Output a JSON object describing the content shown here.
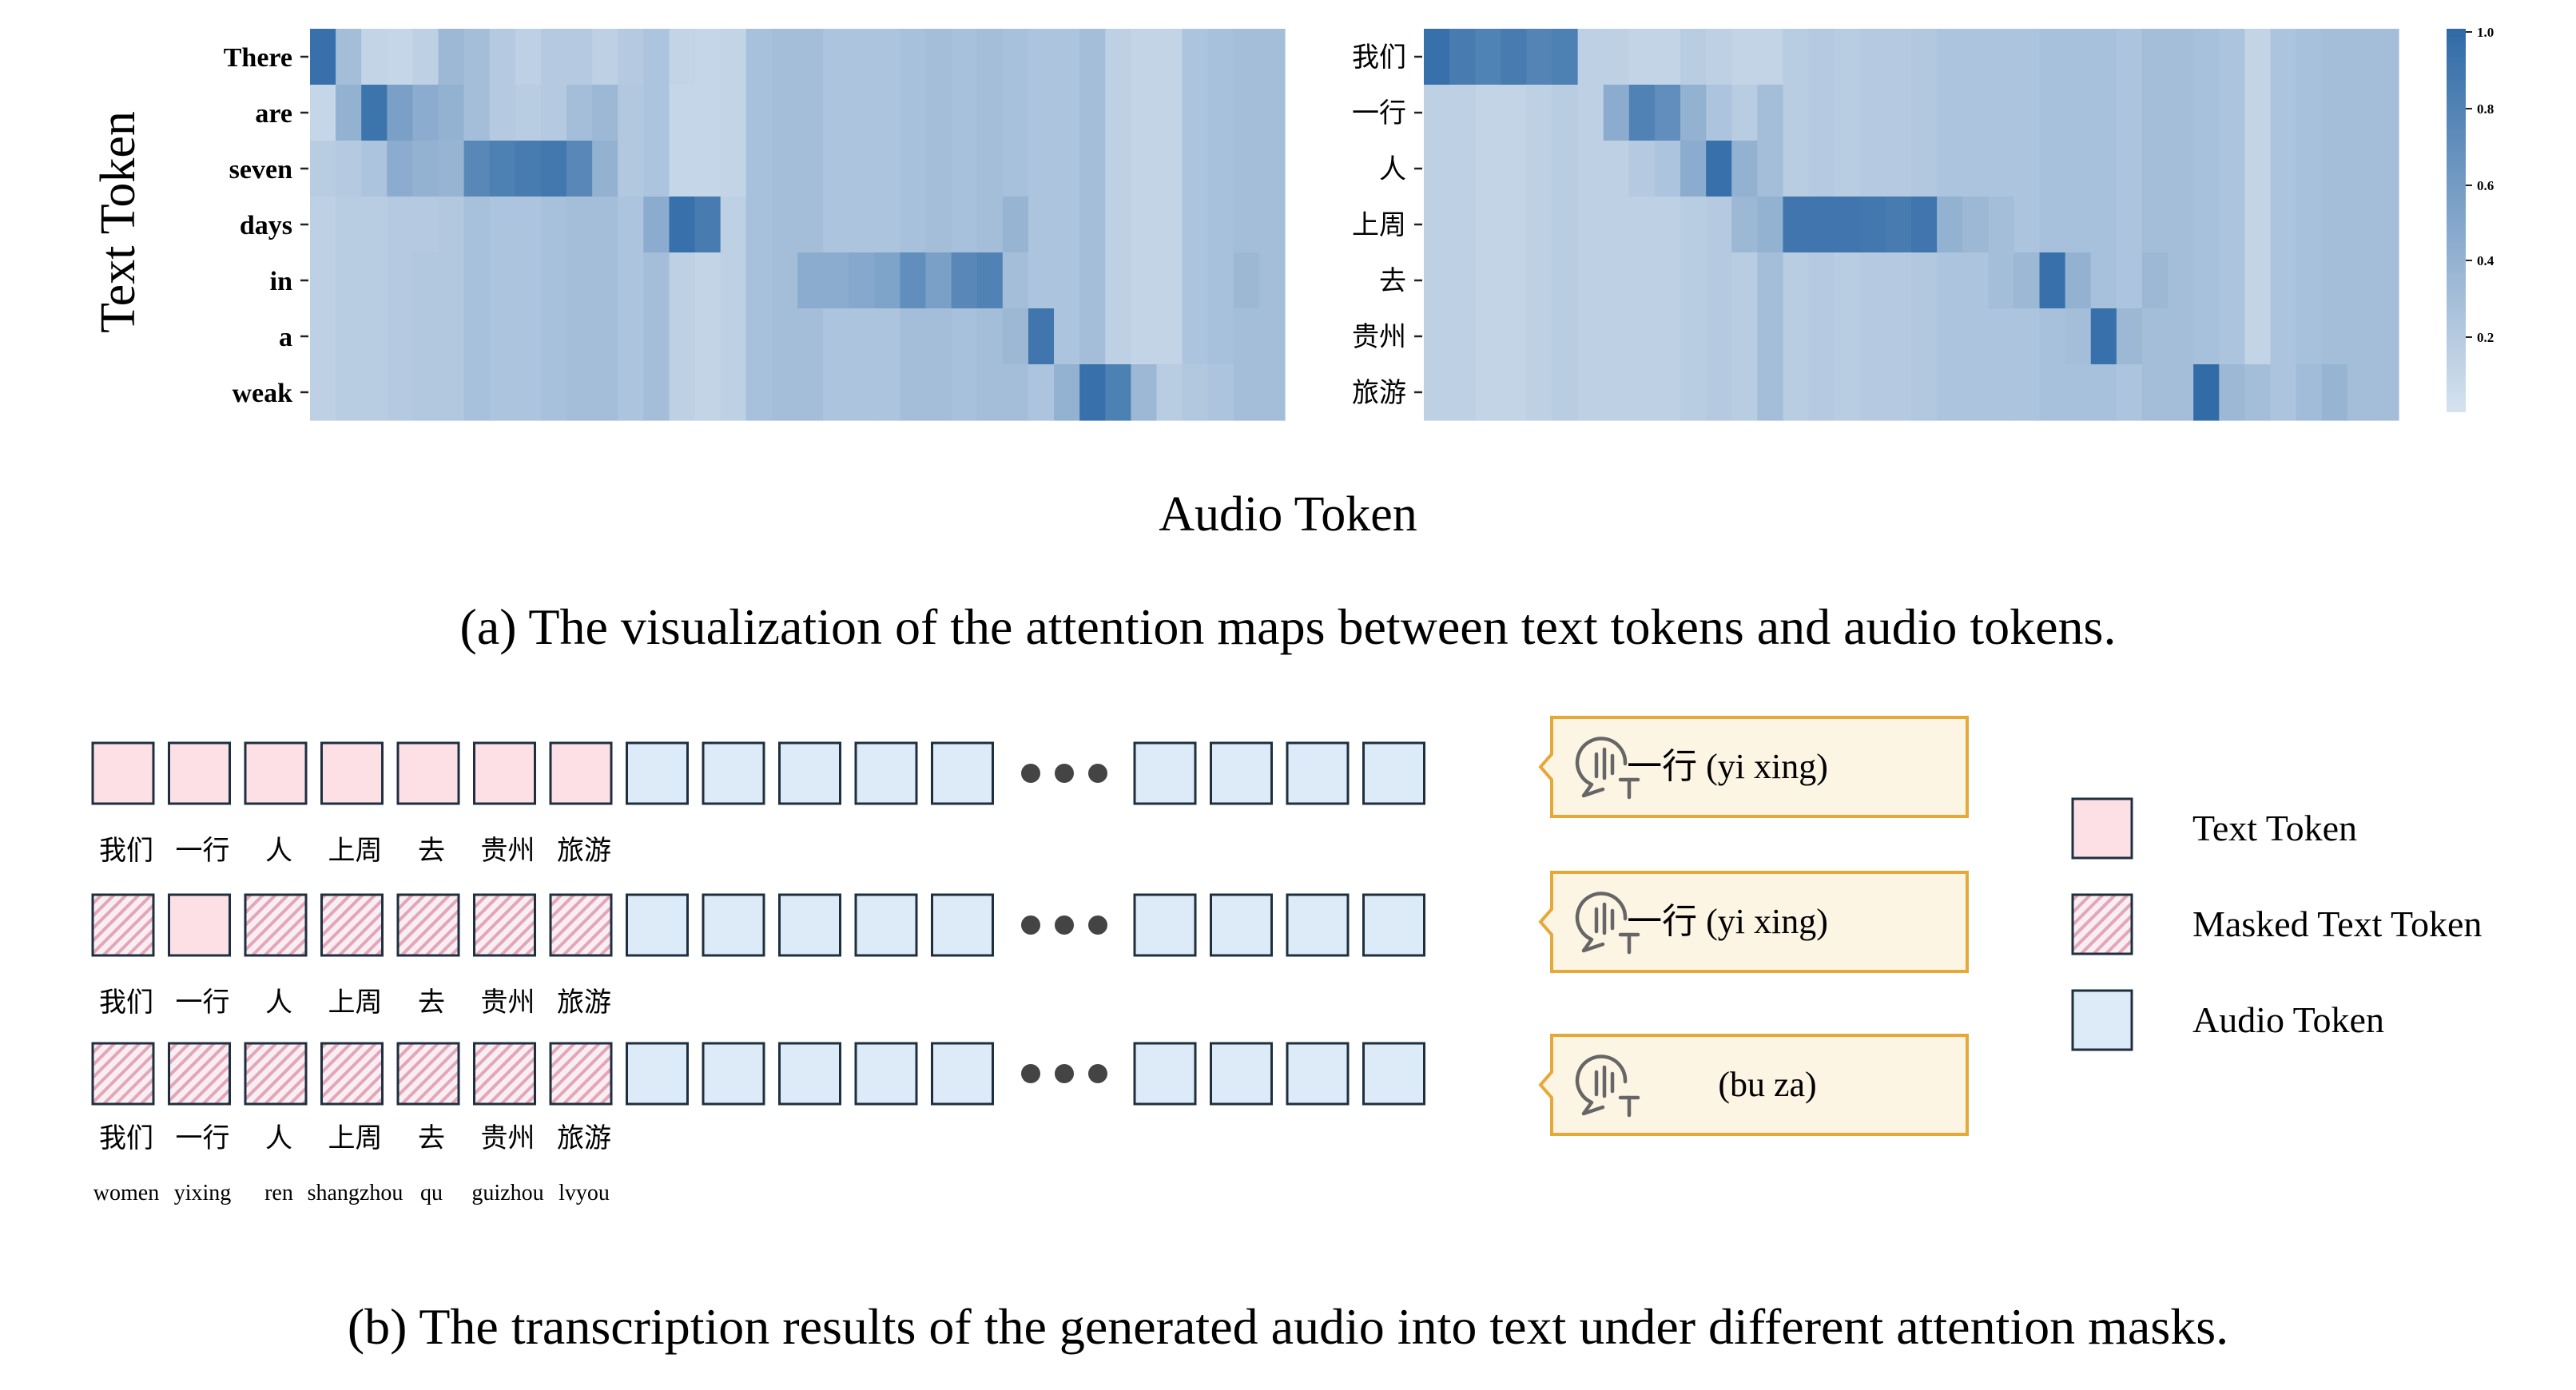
{
  "heatmaps": {
    "y_axis_label": "Text Token",
    "x_axis_label": "Audio Token",
    "caption": "(a) The visualization of the attention maps between text tokens and audio tokens.",
    "colorbar_ticks": [
      "1.0",
      "0.8",
      "0.6",
      "0.4",
      "0.2"
    ]
  },
  "chart_data": [
    {
      "type": "heatmap",
      "rows": [
        "There",
        "are",
        "seven",
        "days",
        "in",
        "a",
        "weak"
      ],
      "columns": 38,
      "value_range": [
        0,
        1
      ],
      "values": [
        [
          0.95,
          0.3,
          0.12,
          0.1,
          0.15,
          0.35,
          0.3,
          0.2,
          0.15,
          0.2,
          0.2,
          0.15,
          0.2,
          0.25,
          0.12,
          0.1,
          0.12,
          0.28,
          0.3,
          0.3,
          0.25,
          0.25,
          0.25,
          0.28,
          0.3,
          0.28,
          0.3,
          0.28,
          0.25,
          0.25,
          0.3,
          0.15,
          0.12,
          0.12,
          0.25,
          0.28,
          0.3,
          0.3
        ],
        [
          0.1,
          0.4,
          0.92,
          0.55,
          0.45,
          0.4,
          0.3,
          0.2,
          0.18,
          0.2,
          0.3,
          0.35,
          0.22,
          0.25,
          0.1,
          0.1,
          0.12,
          0.28,
          0.3,
          0.3,
          0.25,
          0.25,
          0.25,
          0.28,
          0.3,
          0.28,
          0.3,
          0.28,
          0.25,
          0.25,
          0.3,
          0.15,
          0.12,
          0.12,
          0.25,
          0.28,
          0.3,
          0.3
        ],
        [
          0.18,
          0.2,
          0.25,
          0.45,
          0.4,
          0.38,
          0.75,
          0.82,
          0.85,
          0.88,
          0.75,
          0.4,
          0.22,
          0.25,
          0.1,
          0.1,
          0.12,
          0.28,
          0.3,
          0.3,
          0.25,
          0.25,
          0.25,
          0.28,
          0.3,
          0.28,
          0.3,
          0.28,
          0.25,
          0.25,
          0.3,
          0.15,
          0.12,
          0.12,
          0.25,
          0.28,
          0.3,
          0.3
        ],
        [
          0.15,
          0.18,
          0.18,
          0.2,
          0.2,
          0.22,
          0.28,
          0.25,
          0.25,
          0.28,
          0.3,
          0.3,
          0.25,
          0.45,
          0.95,
          0.85,
          0.15,
          0.28,
          0.3,
          0.3,
          0.25,
          0.25,
          0.25,
          0.28,
          0.3,
          0.28,
          0.3,
          0.38,
          0.25,
          0.25,
          0.3,
          0.15,
          0.12,
          0.12,
          0.25,
          0.28,
          0.3,
          0.3
        ],
        [
          0.15,
          0.18,
          0.18,
          0.2,
          0.22,
          0.22,
          0.28,
          0.25,
          0.25,
          0.28,
          0.3,
          0.3,
          0.25,
          0.3,
          0.15,
          0.12,
          0.15,
          0.28,
          0.3,
          0.45,
          0.45,
          0.48,
          0.52,
          0.7,
          0.55,
          0.75,
          0.8,
          0.3,
          0.25,
          0.25,
          0.3,
          0.15,
          0.12,
          0.12,
          0.25,
          0.28,
          0.35,
          0.3
        ],
        [
          0.15,
          0.18,
          0.18,
          0.2,
          0.22,
          0.22,
          0.28,
          0.25,
          0.25,
          0.28,
          0.3,
          0.3,
          0.25,
          0.3,
          0.15,
          0.12,
          0.15,
          0.28,
          0.3,
          0.3,
          0.25,
          0.25,
          0.25,
          0.3,
          0.3,
          0.28,
          0.3,
          0.35,
          0.9,
          0.25,
          0.3,
          0.15,
          0.12,
          0.12,
          0.25,
          0.28,
          0.3,
          0.3
        ],
        [
          0.15,
          0.18,
          0.18,
          0.2,
          0.22,
          0.22,
          0.28,
          0.25,
          0.25,
          0.28,
          0.3,
          0.3,
          0.25,
          0.3,
          0.15,
          0.12,
          0.15,
          0.28,
          0.3,
          0.3,
          0.25,
          0.25,
          0.25,
          0.3,
          0.3,
          0.28,
          0.3,
          0.3,
          0.25,
          0.4,
          0.95,
          0.82,
          0.35,
          0.18,
          0.22,
          0.25,
          0.3,
          0.3
        ]
      ]
    },
    {
      "type": "heatmap",
      "rows": [
        "我们",
        "一行",
        "人",
        "上周",
        "去",
        "贵州",
        "旅游"
      ],
      "columns": 38,
      "value_range": [
        0,
        1
      ],
      "values": [
        [
          0.95,
          0.85,
          0.8,
          0.85,
          0.78,
          0.82,
          0.15,
          0.15,
          0.12,
          0.12,
          0.18,
          0.15,
          0.12,
          0.12,
          0.18,
          0.2,
          0.18,
          0.2,
          0.2,
          0.22,
          0.25,
          0.25,
          0.25,
          0.25,
          0.28,
          0.28,
          0.28,
          0.25,
          0.3,
          0.3,
          0.28,
          0.25,
          0.12,
          0.25,
          0.28,
          0.3,
          0.3,
          0.3
        ],
        [
          0.15,
          0.15,
          0.12,
          0.12,
          0.15,
          0.18,
          0.15,
          0.45,
          0.8,
          0.7,
          0.4,
          0.25,
          0.18,
          0.3,
          0.18,
          0.2,
          0.18,
          0.2,
          0.2,
          0.22,
          0.25,
          0.25,
          0.25,
          0.25,
          0.28,
          0.28,
          0.28,
          0.25,
          0.3,
          0.3,
          0.28,
          0.25,
          0.12,
          0.25,
          0.28,
          0.3,
          0.3,
          0.3
        ],
        [
          0.15,
          0.15,
          0.12,
          0.12,
          0.15,
          0.18,
          0.15,
          0.15,
          0.2,
          0.25,
          0.45,
          0.95,
          0.4,
          0.3,
          0.18,
          0.2,
          0.18,
          0.2,
          0.2,
          0.22,
          0.25,
          0.25,
          0.25,
          0.25,
          0.28,
          0.28,
          0.28,
          0.25,
          0.3,
          0.3,
          0.28,
          0.25,
          0.12,
          0.25,
          0.28,
          0.3,
          0.3,
          0.3
        ],
        [
          0.15,
          0.15,
          0.12,
          0.12,
          0.15,
          0.18,
          0.15,
          0.15,
          0.15,
          0.15,
          0.18,
          0.2,
          0.35,
          0.4,
          0.9,
          0.9,
          0.9,
          0.88,
          0.85,
          0.9,
          0.4,
          0.35,
          0.3,
          0.25,
          0.28,
          0.28,
          0.28,
          0.25,
          0.3,
          0.3,
          0.28,
          0.25,
          0.12,
          0.25,
          0.28,
          0.3,
          0.3,
          0.3
        ],
        [
          0.15,
          0.15,
          0.12,
          0.12,
          0.15,
          0.18,
          0.15,
          0.15,
          0.15,
          0.15,
          0.18,
          0.2,
          0.18,
          0.3,
          0.18,
          0.2,
          0.18,
          0.2,
          0.2,
          0.22,
          0.25,
          0.25,
          0.3,
          0.35,
          0.95,
          0.4,
          0.28,
          0.25,
          0.35,
          0.3,
          0.28,
          0.25,
          0.12,
          0.25,
          0.28,
          0.3,
          0.3,
          0.3
        ],
        [
          0.15,
          0.15,
          0.12,
          0.12,
          0.15,
          0.18,
          0.15,
          0.15,
          0.15,
          0.15,
          0.18,
          0.2,
          0.18,
          0.3,
          0.18,
          0.2,
          0.18,
          0.2,
          0.2,
          0.22,
          0.25,
          0.25,
          0.25,
          0.25,
          0.28,
          0.3,
          0.95,
          0.35,
          0.3,
          0.3,
          0.28,
          0.25,
          0.12,
          0.25,
          0.28,
          0.3,
          0.3,
          0.3
        ],
        [
          0.15,
          0.15,
          0.12,
          0.12,
          0.15,
          0.18,
          0.15,
          0.15,
          0.15,
          0.15,
          0.18,
          0.2,
          0.18,
          0.3,
          0.18,
          0.2,
          0.18,
          0.2,
          0.2,
          0.22,
          0.25,
          0.25,
          0.25,
          0.25,
          0.28,
          0.28,
          0.28,
          0.25,
          0.3,
          0.3,
          0.98,
          0.35,
          0.3,
          0.25,
          0.32,
          0.38,
          0.3,
          0.3
        ]
      ]
    }
  ],
  "sequences": {
    "rows": [
      {
        "text_cells": [
          "text",
          "text",
          "text",
          "text",
          "text",
          "text",
          "text"
        ],
        "char_labels": [
          "我们",
          "一行",
          "人",
          "上周",
          "去",
          "贵州",
          "旅游"
        ],
        "pinyin_labels": [],
        "result_text": "一行 (yi xing)"
      },
      {
        "text_cells": [
          "masked",
          "text",
          "masked",
          "masked",
          "masked",
          "masked",
          "masked"
        ],
        "char_labels": [
          "我们",
          "一行",
          "人",
          "上周",
          "去",
          "贵州",
          "旅游"
        ],
        "pinyin_labels": [],
        "result_text": "一行 (yi xing)"
      },
      {
        "text_cells": [
          "masked",
          "masked",
          "masked",
          "masked",
          "masked",
          "masked",
          "masked"
        ],
        "char_labels": [
          "我们",
          "一行",
          "人",
          "上周",
          "去",
          "贵州",
          "旅游"
        ],
        "pinyin_labels": [
          "women",
          "yixing",
          "ren",
          "shangzhou",
          "qu",
          "guizhou",
          "lvyou"
        ],
        "result_text": "(bu za)"
      }
    ],
    "audio_cells_before": 5,
    "audio_cells_after": 4,
    "result_icon": "speech-to-text-icon",
    "caption": "(b) The transcription results of the generated audio into text under different attention masks."
  },
  "legend": [
    {
      "kind": "text",
      "label": "Text Token"
    },
    {
      "kind": "masked",
      "label": "Masked Text Token"
    },
    {
      "kind": "audio",
      "label": "Audio Token"
    }
  ],
  "colors": {
    "heat_low": "#d6e2ef",
    "heat_high": "#2f6aa6",
    "text_token": "#fde0e6",
    "masked_hatch": "#e2a6b9",
    "audio_token": "#ddeaf8",
    "cell_border": "#1e3040",
    "result_fill": "#fdf5e4",
    "result_border": "#e7a83a",
    "dots": "#444444"
  }
}
